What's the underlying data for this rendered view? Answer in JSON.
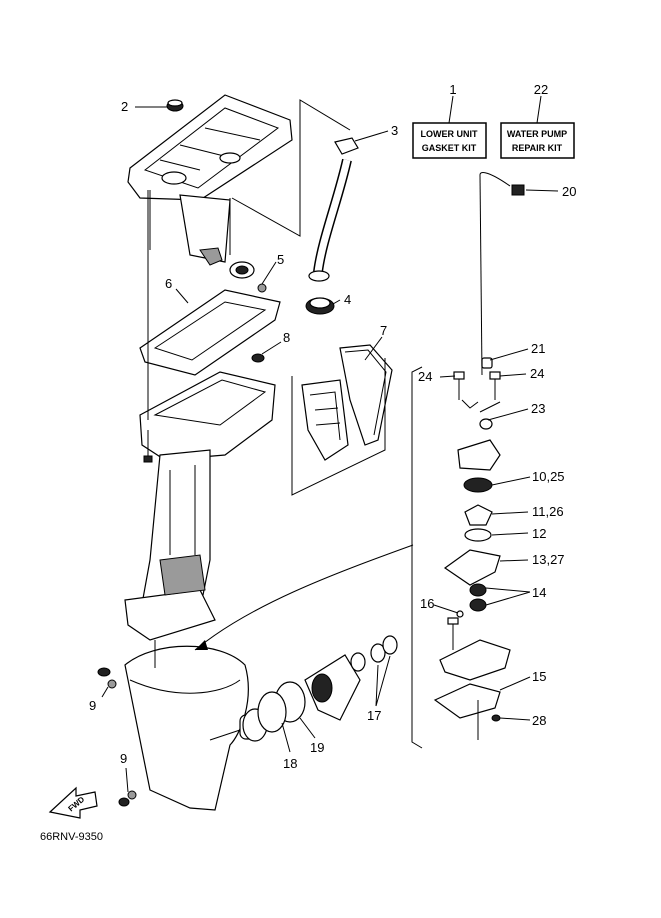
{
  "diagram": {
    "kits": [
      {
        "ref": "1",
        "line1": "LOWER UNIT",
        "line2": "GASKET KIT"
      },
      {
        "ref": "22",
        "line1": "WATER PUMP",
        "line2": "REPAIR KIT"
      }
    ],
    "callouts": [
      "2",
      "3",
      "4",
      "5",
      "6",
      "7",
      "8",
      "9",
      "9",
      "10,25",
      "11,26",
      "12",
      "13,27",
      "14",
      "15",
      "16",
      "17",
      "18",
      "19",
      "20",
      "21",
      "23",
      "24",
      "24",
      "28"
    ],
    "fwd_label": "FWD",
    "drawing_code": "66RNV-9350"
  }
}
